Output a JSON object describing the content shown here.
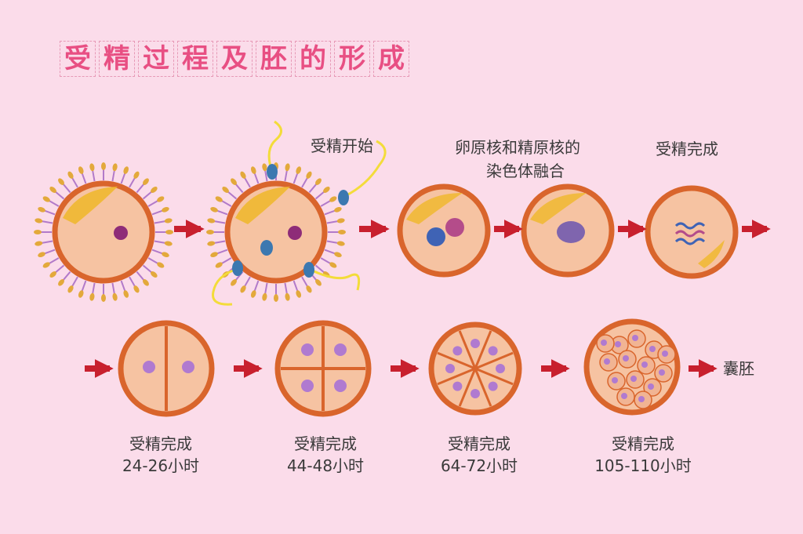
{
  "title": [
    "受",
    "精",
    "过",
    "程",
    "及",
    "胚",
    "的",
    "形",
    "成"
  ],
  "labels": {
    "fert_start": "受精开始",
    "fusion_line1": "卵原核和精原核的",
    "fusion_line2": "染色体融合",
    "fert_done": "受精完成",
    "blastocyst": "囊胚"
  },
  "stages": [
    {
      "caption": "受精完成",
      "time": "24-26小时"
    },
    {
      "caption": "受精完成",
      "time": "44-48小时"
    },
    {
      "caption": "受精完成",
      "time": "64-72小时"
    },
    {
      "caption": "受精完成",
      "time": "105-110小时"
    }
  ],
  "colors": {
    "background": "#fbdcea",
    "title": "#e84f83",
    "arrow": "#c8202e",
    "cell_rim": "#d9652c",
    "cytoplasm": "#f6c3a2",
    "nucleus": "#8e2c78",
    "blast_nucleus": "#b07ad0",
    "corona": "#e3a93b",
    "sperm_tail": "#f3dc3a",
    "sperm_head": "#3c78b0"
  }
}
